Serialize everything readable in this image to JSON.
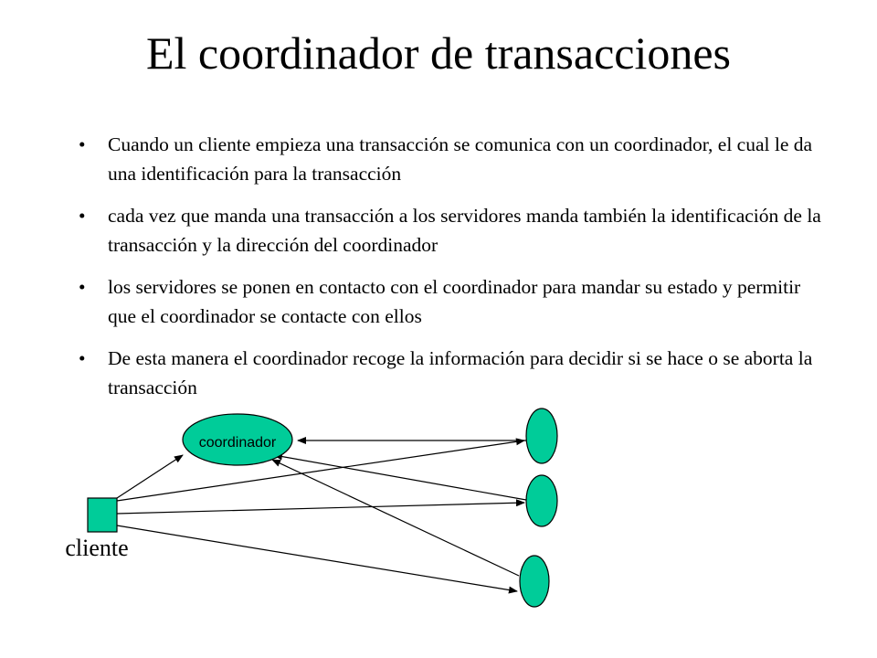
{
  "slide": {
    "title": "El coordinador de transacciones",
    "bullet_symbol": "•",
    "bullets": [
      "Cuando un cliente empieza una transacción se comunica con un coordinador, el cual le da una identificación para la transacción",
      "cada vez que manda una transacción a los servidores manda también la identificación de la transacción y la dirección del coordinador",
      "los servidores se ponen en contacto con el coordinador para mandar su estado y permitir que el coordinador se contacte con ellos",
      "De esta manera el coordinador recoge la información para decidir si se hace o se aborta la transacción"
    ]
  },
  "diagram": {
    "nodes": {
      "coordinator": {
        "label": "coordinador"
      },
      "client": {
        "label": "cliente"
      }
    },
    "colors": {
      "fill": "#00cc99",
      "label": "#00cc99",
      "stroke": "#000000"
    }
  }
}
